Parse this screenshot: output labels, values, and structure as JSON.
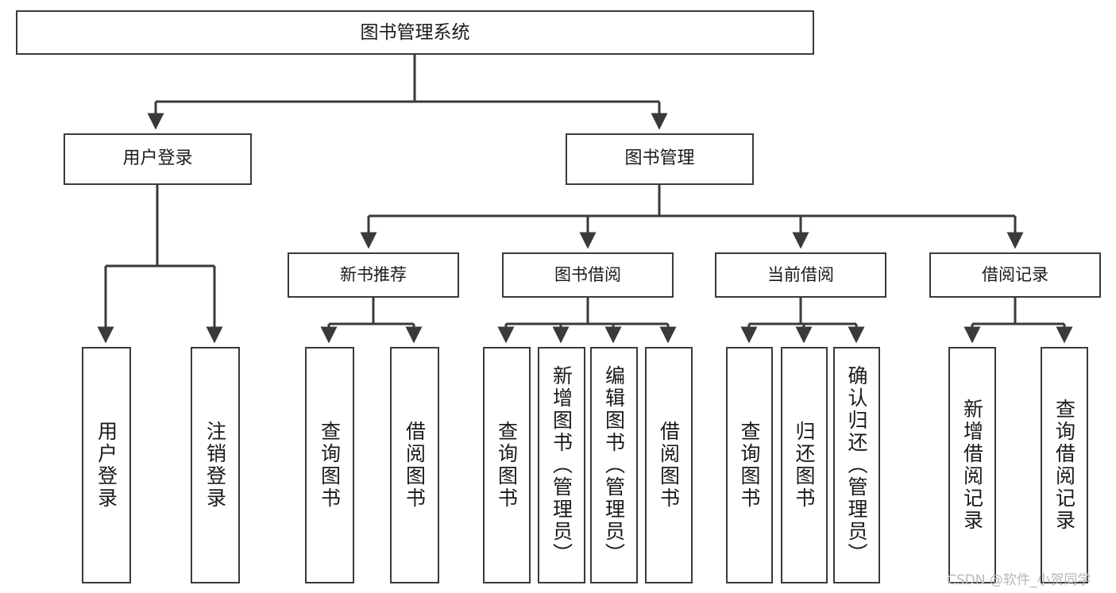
{
  "diagram": {
    "title": "图书管理系统",
    "type": "hierarchy-tree",
    "watermark": "CSDN @软件_小贺同学",
    "colors": {
      "stroke": "#3a3a3a",
      "fill": "#ffffff",
      "text": "#1a1a1a",
      "watermark": "#b8b8b8"
    },
    "nodes": {
      "root": {
        "label": "图书管理系统"
      },
      "level2": [
        {
          "id": "user-login",
          "label": "用户登录"
        },
        {
          "id": "book-manage",
          "label": "图书管理"
        }
      ],
      "level3": [
        {
          "id": "new-book-recommend",
          "label": "新书推荐"
        },
        {
          "id": "book-borrow",
          "label": "图书借阅"
        },
        {
          "id": "current-borrow",
          "label": "当前借阅"
        },
        {
          "id": "borrow-record",
          "label": "借阅记录"
        }
      ],
      "leaves": {
        "user-login": [
          {
            "id": "leaf-user-login",
            "label": "用户登录"
          },
          {
            "id": "leaf-logout",
            "label": "注销登录"
          }
        ],
        "new-book-recommend": [
          {
            "id": "leaf-query-book-1",
            "label": "查询图书"
          },
          {
            "id": "leaf-borrow-book-1",
            "label": "借阅图书"
          }
        ],
        "book-borrow": [
          {
            "id": "leaf-query-book-2",
            "label": "查询图书"
          },
          {
            "id": "leaf-add-book",
            "label": "新增图书（管理员）"
          },
          {
            "id": "leaf-edit-book",
            "label": "编辑图书（管理员）"
          },
          {
            "id": "leaf-borrow-book-2",
            "label": "借阅图书"
          }
        ],
        "current-borrow": [
          {
            "id": "leaf-query-book-3",
            "label": "查询图书"
          },
          {
            "id": "leaf-return-book",
            "label": "归还图书"
          },
          {
            "id": "leaf-confirm-return",
            "label": "确认归还（管理员）"
          }
        ],
        "borrow-record": [
          {
            "id": "leaf-add-record",
            "label": "新增借阅记录"
          },
          {
            "id": "leaf-query-record",
            "label": "查询借阅记录"
          }
        ]
      }
    }
  }
}
